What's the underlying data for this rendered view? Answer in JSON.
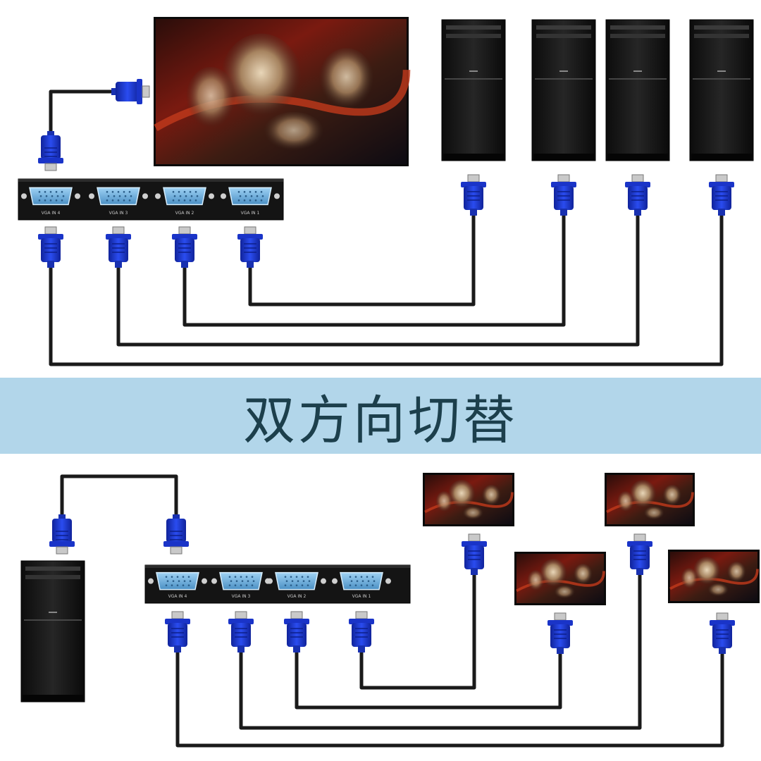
{
  "banner": {
    "title": "双方向切替"
  },
  "top_section": {
    "switch_ports": [
      "VGA IN 4",
      "VGA IN 3",
      "VGA IN 2",
      "VGA IN 1"
    ],
    "computers": 4,
    "monitors": 1
  },
  "bottom_section": {
    "switch_ports": [
      "VGA IN 4",
      "VGA IN 3",
      "VGA IN 2",
      "VGA IN 1"
    ],
    "computers": 1,
    "monitors": 4
  },
  "colors": {
    "banner_bg": "#b2d6ea",
    "banner_text": "#1c3f4c",
    "connector_blue": "#1f3fd4",
    "cable": "#1a1a1a",
    "switch_body": "#141414"
  }
}
